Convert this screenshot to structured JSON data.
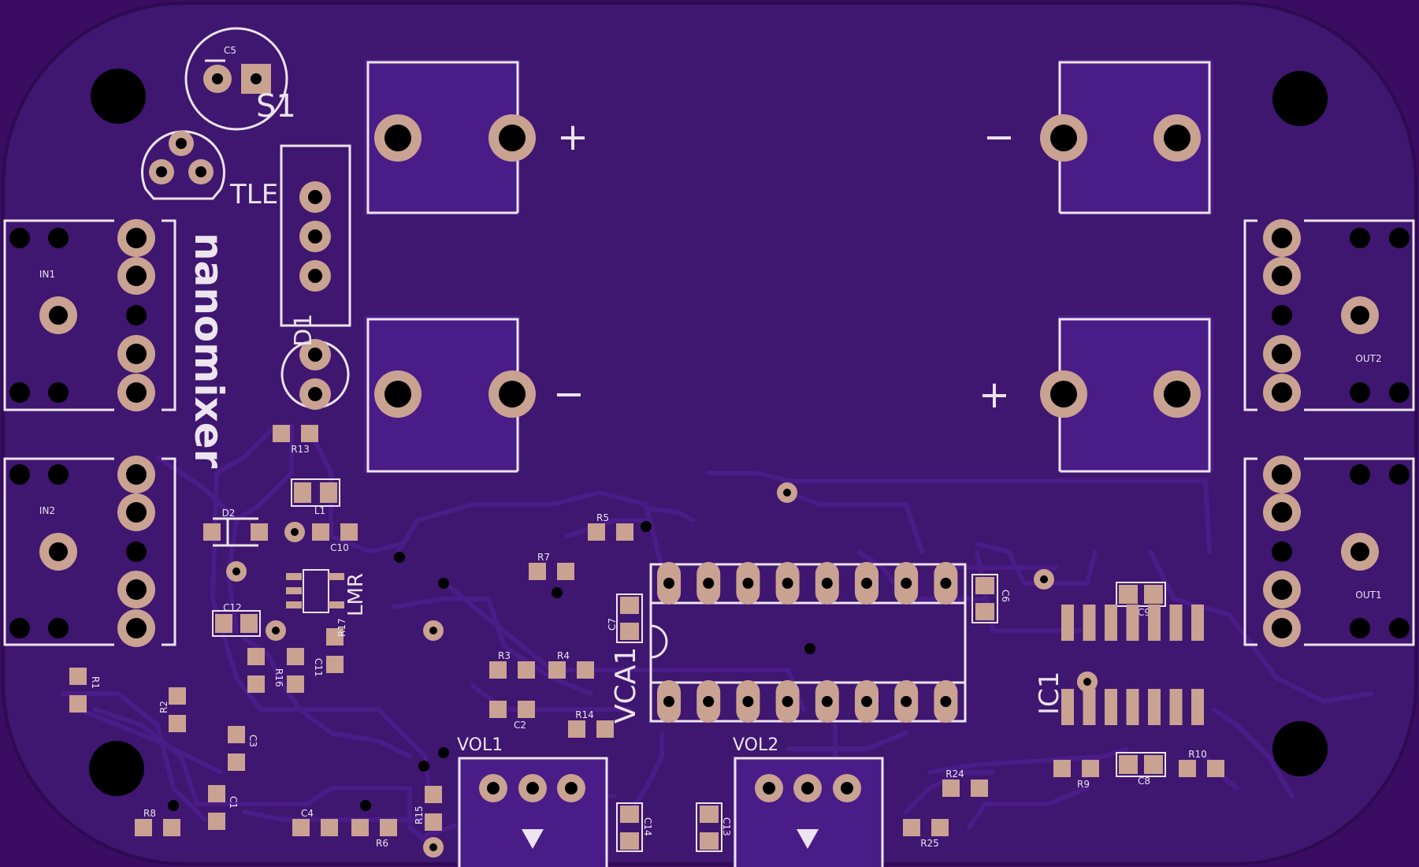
{
  "board": {
    "colors": {
      "outer": "#3a0d62",
      "board": "#3f1670",
      "copper": "#4a1c88",
      "silk": "#ece4f0",
      "pad": "#c9a291",
      "hole": "#000000"
    }
  },
  "labels": {
    "c5": "C5",
    "s1": "S1",
    "tle": "TLE",
    "d1": "D1",
    "product": "nanomixer",
    "in1": "IN1",
    "in2": "IN2",
    "out1": "OUT1",
    "out2": "OUT2",
    "r13": "R13",
    "l1": "L1",
    "d2": "D2",
    "c10": "C10",
    "lmr": "LMR",
    "c12": "C12",
    "r16": "R16",
    "c11": "C11",
    "r17": "R17",
    "r1": "R1",
    "r2": "R2",
    "c3": "C3",
    "c1": "C1",
    "r8": "R8",
    "c4": "C4",
    "r6": "R6",
    "r15": "R15",
    "r5": "R5",
    "r7": "R7",
    "c7": "C7",
    "r3": "R3",
    "r4": "R4",
    "c2": "C2",
    "r14": "R14",
    "vca1": "VCA1",
    "c6": "C6",
    "vol1": "VOL1",
    "vol2": "VOL2",
    "c14": "C14",
    "c13": "C13",
    "r24": "R24",
    "r25": "R25",
    "ic1": "IC1",
    "c9": "C9",
    "r9": "R9",
    "c8": "C8",
    "r10": "R10"
  },
  "terminals": {
    "top_left": "+",
    "top_right": "−",
    "bottom_left": "−",
    "bottom_right": "+"
  }
}
